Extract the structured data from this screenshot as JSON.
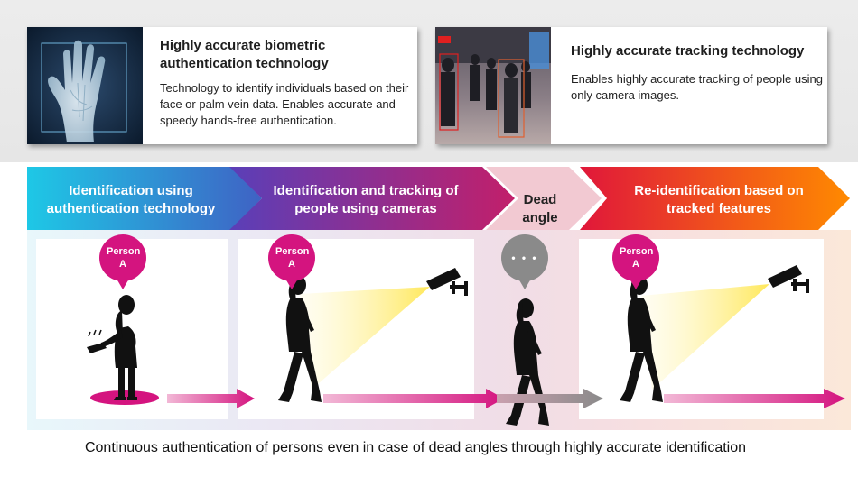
{
  "cards": [
    {
      "title": "Highly accurate biometric authentication technology",
      "description": "Technology to identify individuals based on their face or palm vein data. Enables accurate and speedy hands-free authentication.",
      "image": "palm-vein-scan-photo"
    },
    {
      "title": "Highly accurate tracking technology",
      "description": "Enables highly accurate tracking of people using only camera images.",
      "image": "camera-tracking-crowd-photo"
    }
  ],
  "stages": [
    {
      "label": "Identification using authentication technology",
      "color_from": "#1ec8e6",
      "color_to": "#3f62c4"
    },
    {
      "label": "Identification and tracking of people using cameras",
      "color_from": "#5a3fb8",
      "color_to": "#c21f6a"
    },
    {
      "label": "Dead angle",
      "color": "#f2c9d2"
    },
    {
      "label": "Re-identification based on tracked features",
      "color_from": "#e0173a",
      "color_to": "#ff8a00"
    }
  ],
  "bubbles": {
    "person_label": "Person A",
    "dead_angle_dots": "• • •"
  },
  "colors": {
    "accent_pink": "#d4147f",
    "dead_angle_grey": "#8a8a8a",
    "silhouette": "#111111",
    "camera_beam": "#ffe85a"
  },
  "caption": "Continuous authentication of persons even in case of dead angles through highly accurate identification"
}
